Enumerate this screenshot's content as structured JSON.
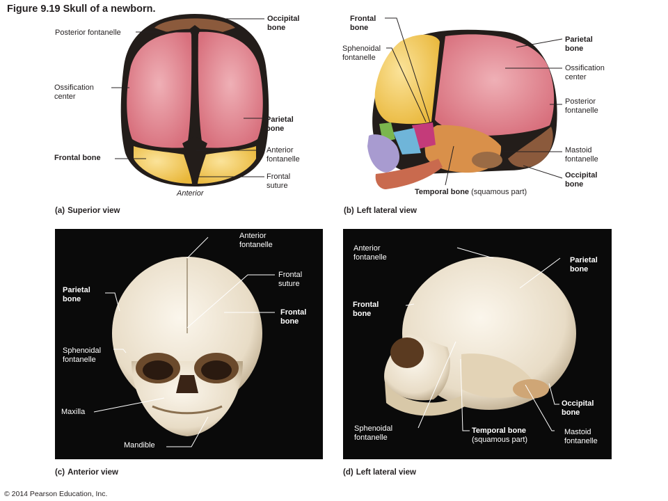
{
  "figure": {
    "title": "Figure 9.19  Skull of a newborn.",
    "copyright": "© 2014 Pearson Education, Inc."
  },
  "panel_a": {
    "letter": "(a)",
    "caption": "Superior view",
    "anterior": "Anterior",
    "labels": {
      "posterior_fontanelle": "Posterior fontanelle",
      "occipital_bone": "Occipital\nbone",
      "ossification_center": "Ossification\ncenter",
      "parietal_bone": "Parietal\nbone",
      "frontal_bone": "Frontal bone",
      "anterior_fontanelle": "Anterior\nfontanelle",
      "frontal_suture": "Frontal\nsuture"
    }
  },
  "panel_b": {
    "letter": "(b)",
    "caption": "Left lateral view",
    "labels": {
      "frontal_bone": "Frontal\nbone",
      "sphenoidal_fontanelle": "Sphenoidal\nfontanelle",
      "parietal_bone": "Parietal\nbone",
      "ossification_center": "Ossification\ncenter",
      "posterior_fontanelle": "Posterior\nfontanelle",
      "mastoid_fontanelle": "Mastoid\nfontanelle",
      "occipital_bone": "Occipital\nbone",
      "temporal_bone": "Temporal bone",
      "temporal_part": " (squamous part)"
    }
  },
  "panel_c": {
    "letter": "(c)",
    "caption": "Anterior view",
    "labels": {
      "anterior_fontanelle": "Anterior\nfontanelle",
      "frontal_suture": "Frontal\nsuture",
      "parietal_bone": "Parietal\nbone",
      "frontal_bone": "Frontal\nbone",
      "sphenoidal_fontanelle": "Sphenoidal\nfontanelle",
      "maxilla": "Maxilla",
      "mandible": "Mandible"
    }
  },
  "panel_d": {
    "letter": "(d)",
    "caption": "Left lateral view",
    "labels": {
      "anterior_fontanelle": "Anterior\nfontanelle",
      "parietal_bone": "Parietal\nbone",
      "frontal_bone": "Frontal\nbone",
      "occipital_bone": "Occipital\nbone",
      "sphenoidal_fontanelle": "Sphenoidal\nfontanelle",
      "temporal_bone": "Temporal bone",
      "temporal_part": "(squamous part)",
      "mastoid_fontanelle": "Mastoid\nfontanelle"
    }
  },
  "colors": {
    "parietal": "#e0848f",
    "frontal": "#f2c94c",
    "occipital": "#8b5a3c",
    "temporal": "#d9904a",
    "fontanelle": "#2a2320"
  }
}
